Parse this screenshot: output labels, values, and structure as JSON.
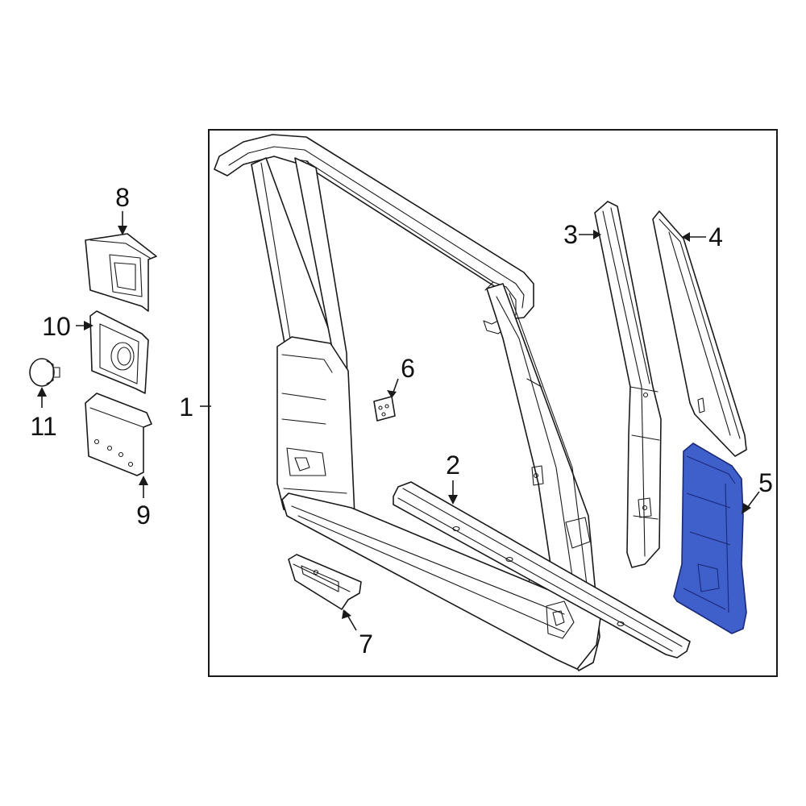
{
  "colors": {
    "highlight": "#3f5fca",
    "highlight_stroke": "#1a2a7a",
    "line": "#1a1a1a",
    "background": "#ffffff"
  },
  "callouts": [
    "1",
    "2",
    "3",
    "4",
    "5",
    "6",
    "7",
    "8",
    "9",
    "10",
    "11"
  ],
  "highlighted_part": "5"
}
